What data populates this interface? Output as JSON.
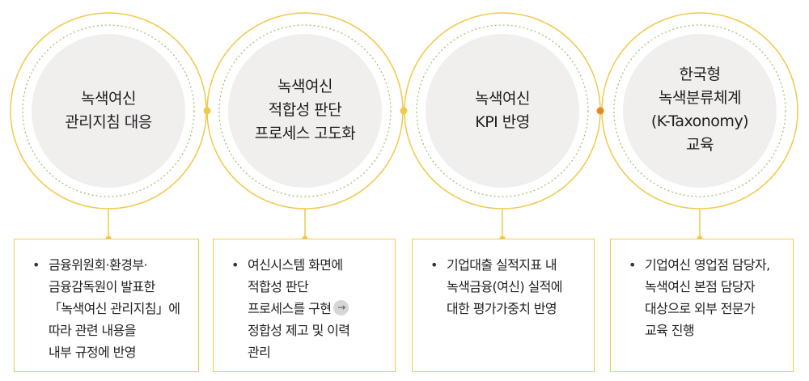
{
  "colors": {
    "primary_yellow": "#f1c94a",
    "accent_orange": "#e58a1f",
    "inner_fill": "#f1efee",
    "dash_green": "#9dbf6a"
  },
  "steps": [
    {
      "title_lines": [
        "녹색여신",
        "관리지침 대응"
      ],
      "desc_lines": [
        "금융위원회·환경부·",
        "금융감독원이 발표한",
        "「녹색여신 관리지침」에",
        "따라 관련 내용을",
        "내부 규정에 반영"
      ]
    },
    {
      "title_lines": [
        "녹색여신",
        "적합성 판단",
        "프로세스 고도화"
      ],
      "desc_lines": [
        "여신시스템 화면에",
        "적합성 판단",
        "프로세스를 구현",
        "정합성 제고 및 이력",
        "관리"
      ],
      "arrow_icon": "right-arrow-icon"
    },
    {
      "title_lines": [
        "녹색여신",
        "KPI 반영"
      ],
      "desc_lines": [
        "기업대출 실적지표 내",
        "녹색금융(여신) 실적에",
        "대한 평가가중치 반영"
      ]
    },
    {
      "title_lines": [
        "한국형",
        "녹색분류체계",
        "(K-Taxonomy)",
        "교육"
      ],
      "desc_lines": [
        "기업여신 영업점 담당자,",
        "녹색여신 본점 담당자",
        "대상으로 외부 전문가",
        "교육 진행"
      ]
    }
  ]
}
